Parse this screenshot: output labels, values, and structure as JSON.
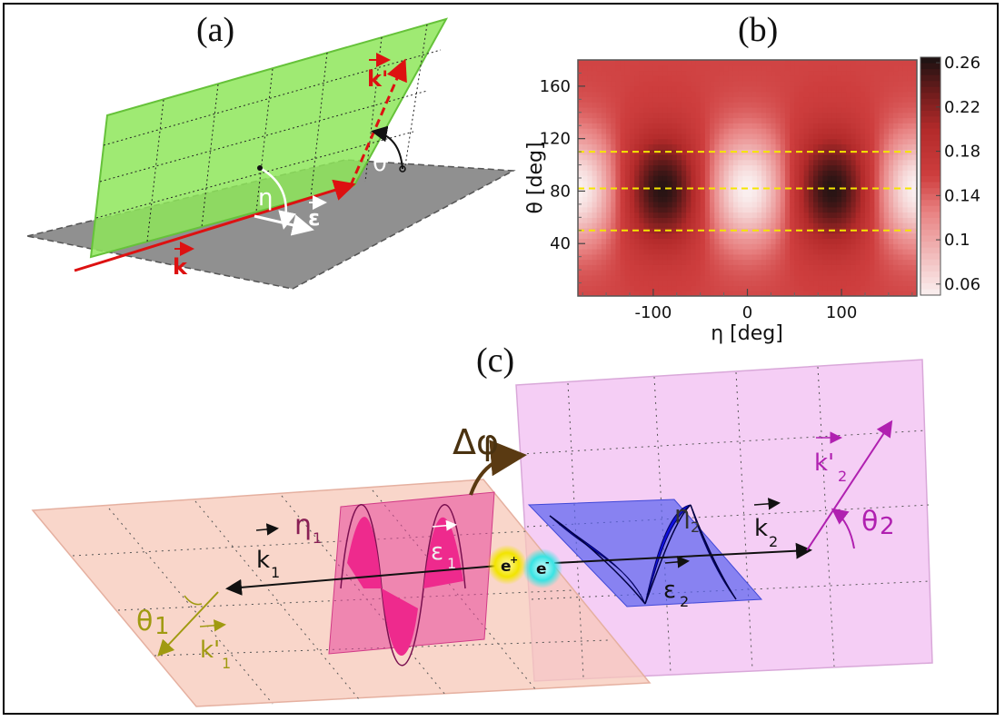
{
  "panels": {
    "a": {
      "label": "(a)",
      "vectors": {
        "k": "k",
        "k_prime": "k'",
        "epsilon": "ε"
      },
      "angles": {
        "eta": "η",
        "theta": "θ"
      }
    },
    "b": {
      "label": "(b)",
      "xlabel": "η [deg]",
      "ylabel": "θ [deg]",
      "x_ticks": [
        "-100",
        "0",
        "100"
      ],
      "y_ticks": [
        "40",
        "80",
        "120",
        "160"
      ],
      "colorbar_ticks": [
        "0.26",
        "0.22",
        "0.18",
        "0.14",
        "0.1",
        "0.06"
      ]
    },
    "c": {
      "label": "(c)",
      "delta_phi": "Δφ",
      "left": {
        "k": "k",
        "k_sub": "1",
        "k_prime": "k'",
        "k_prime_sub": "1",
        "eps": "ε",
        "eps_sub": "1",
        "eta": "η",
        "eta_sub": "1",
        "theta": "θ",
        "theta_sub": "1"
      },
      "right": {
        "k": "k",
        "k_sub": "2",
        "k_prime": "k'",
        "k_prime_sub": "2",
        "eps": "ε",
        "eps_sub": "2",
        "eta": "η",
        "eta_sub": "2",
        "theta": "θ",
        "theta_sub": "2"
      },
      "positron": "e",
      "positron_sup": "+",
      "electron": "e",
      "electron_sup": "-"
    }
  },
  "colors": {
    "plane_green": "#8ee65a",
    "floor_gray": "#8c8c8c",
    "vector_red": "#dd1111",
    "heatmap_mid": "#c83535",
    "heatmap_dark": "#2a1515",
    "heatmap_light": "#f8eaea",
    "guide_yellow": "#f5e600",
    "left_plane": "#f7c8b8",
    "right_plane": "#f3c6f3",
    "wave_left": "#ee2a8d",
    "wave_right": "#1010dd",
    "theta1_olive": "#a09a10",
    "k2prime_magenta": "#b020b0"
  },
  "chart_data": {
    "type": "heatmap",
    "title": "",
    "xlabel": "η [deg]",
    "ylabel": "θ [deg]",
    "xlim": [
      -180,
      180
    ],
    "ylim": [
      0,
      180
    ],
    "x_ticks": [
      -100,
      0,
      100
    ],
    "y_ticks": [
      40,
      80,
      120,
      160
    ],
    "colorbar": {
      "min": 0.05,
      "max": 0.265,
      "ticks": [
        0.26,
        0.22,
        0.18,
        0.14,
        0.1,
        0.06
      ]
    },
    "maxima": [
      {
        "eta": -90,
        "theta": 82,
        "value": 0.26
      },
      {
        "eta": 90,
        "theta": 82,
        "value": 0.26
      }
    ],
    "minima": [
      {
        "eta": 0,
        "theta": 82,
        "value": 0.05
      },
      {
        "eta": -180,
        "theta": 82,
        "value": 0.05
      },
      {
        "eta": 180,
        "theta": 82,
        "value": 0.05
      }
    ],
    "baseline_value": 0.155,
    "guide_lines_theta": [
      50,
      82,
      110
    ]
  }
}
